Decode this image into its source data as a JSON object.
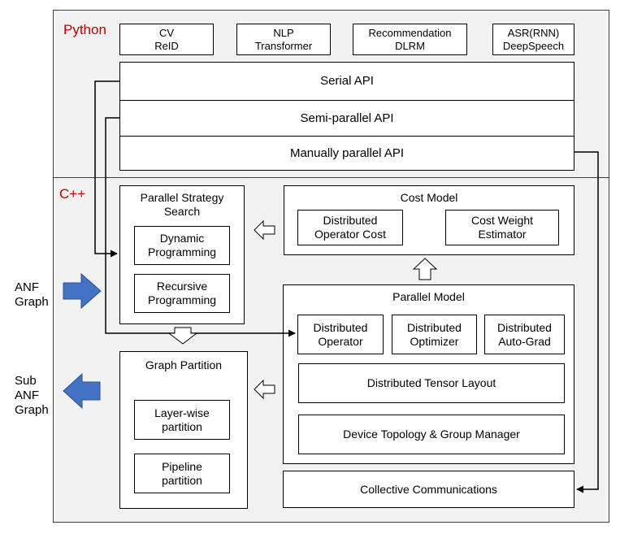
{
  "python": {
    "label": "Python",
    "models": [
      {
        "line1": "CV",
        "line2": "ReID"
      },
      {
        "line1": "NLP",
        "line2": "Transformer"
      },
      {
        "line1": "Recommendation",
        "line2": "DLRM"
      },
      {
        "line1": "ASR(RNN)",
        "line2": "DeepSpeech"
      }
    ],
    "apis": [
      "Serial API",
      "Semi-parallel API",
      "Manually parallel API"
    ]
  },
  "cpp": {
    "label": "C++",
    "strategy_search": {
      "title": "Parallel Strategy\nSearch",
      "items": [
        "Dynamic\nProgramming",
        "Recursive\nProgramming"
      ]
    },
    "cost_model": {
      "title": "Cost Model",
      "items": [
        "Distributed\nOperator Cost",
        "Cost Weight\nEstimator"
      ]
    },
    "parallel_model": {
      "title": "Parallel Model",
      "items": [
        "Distributed\nOperator",
        "Distributed\nOptimizer",
        "Distributed\nAuto-Grad"
      ],
      "tensor_layout": "Distributed Tensor Layout",
      "device_topology": "Device Topology & Group Manager"
    },
    "graph_partition": {
      "title": "Graph Partition",
      "items": [
        "Layer-wise\npartition",
        "Pipeline\npartition"
      ]
    },
    "collective": "Collective Communications"
  },
  "inputs": {
    "anf_graph": "ANF\nGraph",
    "sub_anf_graph": "Sub\nANF\nGraph"
  },
  "colors": {
    "panel_bg": "#f2f2f2",
    "lang_label": "#c00000",
    "io_arrow": "#4472c4"
  }
}
